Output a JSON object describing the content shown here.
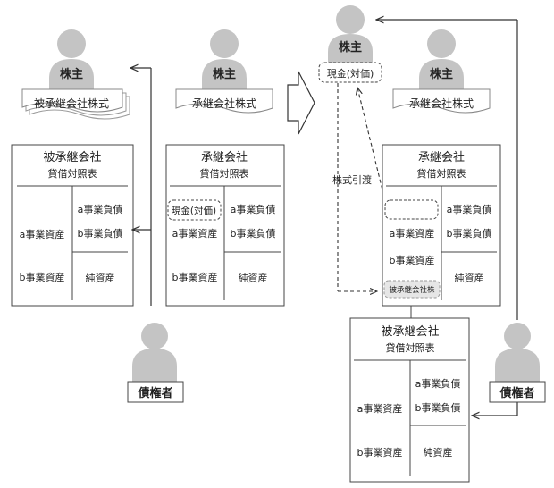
{
  "left": {
    "shareholder_a": "株主",
    "shareholder_b": "株主",
    "stock_a": "被承継会社株式",
    "stock_b": "承継会社株式",
    "target_company": {
      "name": "被承継会社",
      "subtitle": "貸借対照表",
      "asset_a": "a事業資産",
      "asset_b": "b事業資産",
      "liab_a": "a事業負債",
      "liab_b": "b事業負債",
      "equity": "純資産"
    },
    "succ_company": {
      "name": "承継会社",
      "subtitle": "貸借対照表",
      "cash": "現金(対価)",
      "asset_a": "a事業資産",
      "asset_b": "b事業資産",
      "liab_a": "a事業負債",
      "liab_b": "b事業負債",
      "equity": "純資産"
    },
    "creditor": "債権者"
  },
  "right": {
    "shareholder_top": "株主",
    "cash_consideration": "現金(対価)",
    "shareholder_mid": "株主",
    "stock_b": "承継会社株式",
    "stock_transfer": "株式引渡",
    "succ_company": {
      "name": "承継会社",
      "subtitle": "貸借対照表",
      "asset_a": "a事業資産",
      "asset_b": "b事業資産",
      "liab_a": "a事業負債",
      "liab_b": "b事業負債",
      "equity": "純資産",
      "held_stock": "被承継会社株"
    },
    "target_company": {
      "name": "被承継会社",
      "subtitle": "貸借対照表",
      "asset_a": "a事業資産",
      "asset_b": "b事業資産",
      "liab_a": "a事業負債",
      "liab_b": "b事業負債",
      "equity": "純資産"
    },
    "creditor": "債権者"
  }
}
